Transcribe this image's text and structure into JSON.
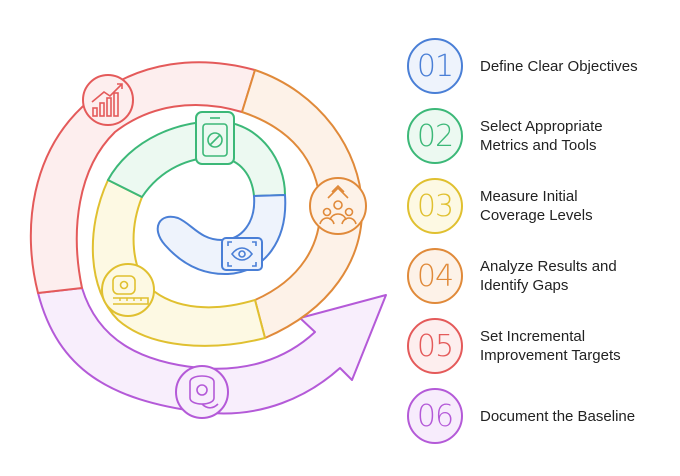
{
  "steps": [
    {
      "num": "01",
      "label": "Define Clear Objectives",
      "color": "#4a7fd6",
      "fill": "#eef3fc",
      "icon": "target-icon"
    },
    {
      "num": "02",
      "label": "Select Appropriate\nMetrics and Tools",
      "color": "#3cb878",
      "fill": "#ecf9f1",
      "icon": "tools-icon"
    },
    {
      "num": "03",
      "label": "Measure Initial\nCoverage Levels",
      "color": "#e0c030",
      "fill": "#fdf9e3",
      "icon": "measure-icon"
    },
    {
      "num": "04",
      "label": "Analyze Results and\nIdentify Gaps",
      "color": "#e08a3a",
      "fill": "#fdf2e8",
      "icon": "team-icon"
    },
    {
      "num": "05",
      "label": "Set Incremental\nImprovement Targets",
      "color": "#e45a5a",
      "fill": "#fdeeee",
      "icon": "chart-growth-icon"
    },
    {
      "num": "06",
      "label": "Document the Baseline",
      "color": "#b45ad8",
      "fill": "#f7ecfc",
      "icon": "document-icon"
    }
  ]
}
